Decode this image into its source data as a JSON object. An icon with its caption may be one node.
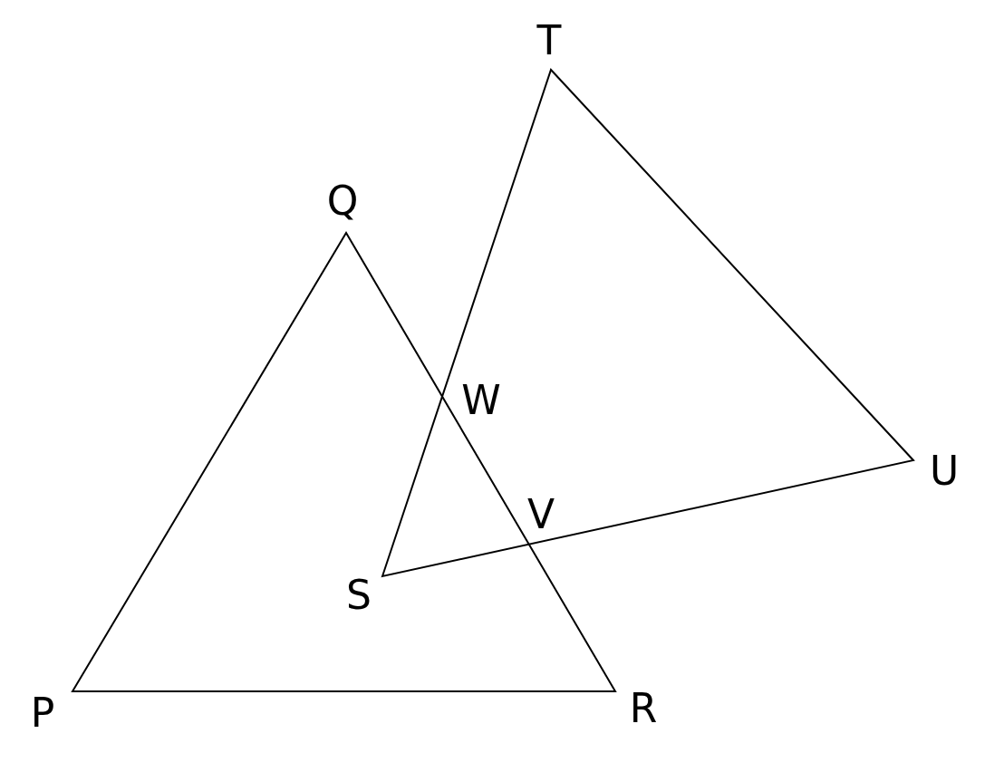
{
  "diagram": {
    "labels": [
      "T",
      "Q",
      "W",
      "U",
      "V",
      "S",
      "P",
      "R"
    ]
  }
}
